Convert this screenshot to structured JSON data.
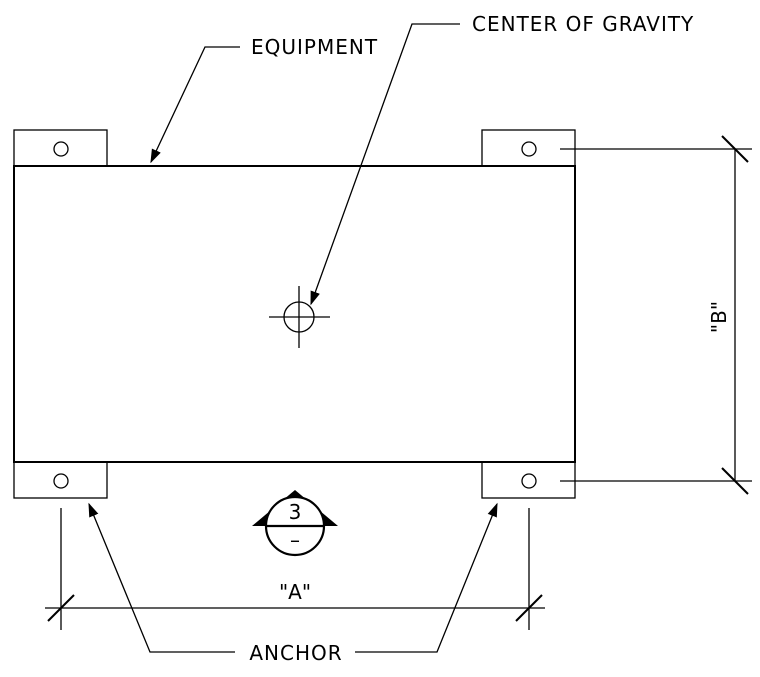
{
  "labels": {
    "equipment": "EQUIPMENT",
    "center_of_gravity": "CENTER OF GRAVITY",
    "anchor": "ANCHOR",
    "dim_a": "\"A\"",
    "dim_b": "\"B\""
  },
  "section_marker": {
    "number": "3",
    "sheet": "–"
  }
}
